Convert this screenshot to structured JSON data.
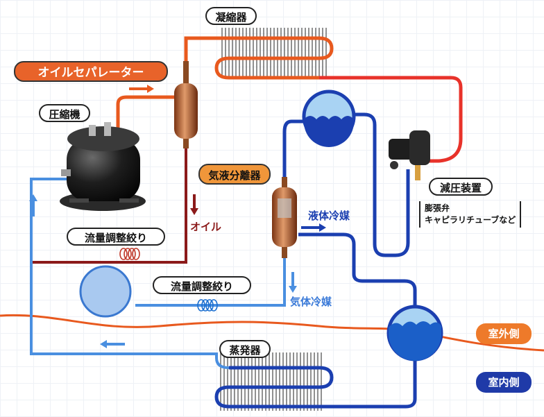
{
  "labels": {
    "condenser": "凝縮器",
    "oil_separator": "オイルセパレーター",
    "compressor": "圧縮機",
    "gas_liquid_separator": "気液分離器",
    "pressure_reducer": "減圧装置",
    "pressure_reducer_note_line1": "膨張弁",
    "pressure_reducer_note_line2": "キャピラリチューブなど",
    "flow_restrictor_1": "流量調整絞り",
    "flow_restrictor_2": "流量調整絞り",
    "oil": "オイル",
    "liquid_refrigerant": "液体冷媒",
    "gas_refrigerant": "気体冷媒",
    "evaporator": "蒸発器",
    "outdoor_side": "室外側",
    "indoor_side": "室内側"
  },
  "colors": {
    "high_pressure_hot": "#e8591e",
    "hot_red": "#e8322a",
    "oil_line": "#8b1a1a",
    "liquid_line": "#1b3fb0",
    "gas_line": "#4a8fe0",
    "boundary": "#e8591e",
    "outdoor_tag": "#ee7a2a",
    "indoor_tag": "#1f3aa8",
    "oil_sep_tag": "#e8632a"
  }
}
